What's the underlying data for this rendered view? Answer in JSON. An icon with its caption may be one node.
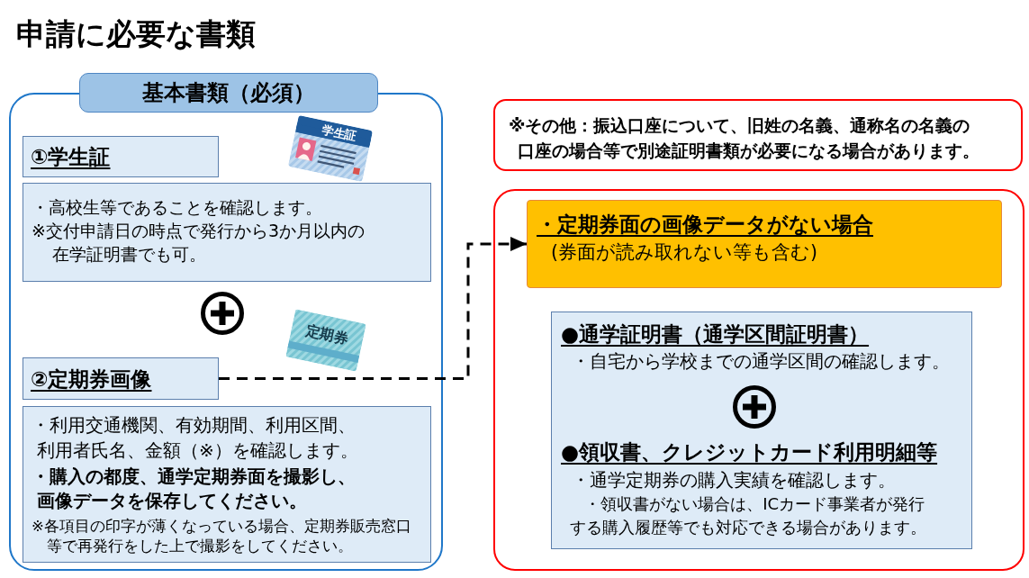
{
  "diagram": {
    "title": "申請に必要な書類",
    "nodes": [
      {
        "text": [
          "基本書類（必須）"
        ]
      },
      {
        "text": [
          "①学生証"
        ],
        "in": 0
      },
      {
        "text": [
          "・高校生等であることを確認します。",
          "※交付申請日の時点で発行から3か月以内の在学証明書でも可。"
        ],
        "in": 0
      },
      {
        "text": [
          "②定期券画像"
        ],
        "in": 0
      },
      {
        "text": [
          "・利用交通機関、有効期間、利用区間、利用者氏名、金額（※）を確認します。",
          "・購入の都度、通学定期券面を撮影し、画像データを保存してください。",
          "※各項目の印字が薄くなっている場合、定期券販売窓口等で再発行をした上で撮影をしてください。"
        ],
        "in": 0
      },
      {
        "text": [
          "※その他：振込口座について、旧姓の名義、通称名の名義の口座の場合等で別途証明書類が必要になる場合があります。"
        ]
      },
      {
        "text": [],
        "shape": "box"
      },
      {
        "text": [
          "・定期券面の画像データがない場合",
          "(券面が読み取れない等も含む)"
        ],
        "in": 6
      },
      {
        "text": [
          "●通学証明書（通学区間証明書）",
          "・自宅から学校までの通学区間の確認します。",
          "●領収書、クレジットカード利用明細等",
          "・通学定期券の購入実績を確認します。",
          "・領収書がない場合は、ICカード事業者が発行する購入履歴等でも対応できる場合があります。"
        ],
        "in": 6
      }
    ],
    "edges": [
      {
        "from": 3,
        "to": 7,
        "arrow": "to",
        "style": "dashed"
      }
    ],
    "labels": [
      "学生証",
      "定期券"
    ]
  }
}
